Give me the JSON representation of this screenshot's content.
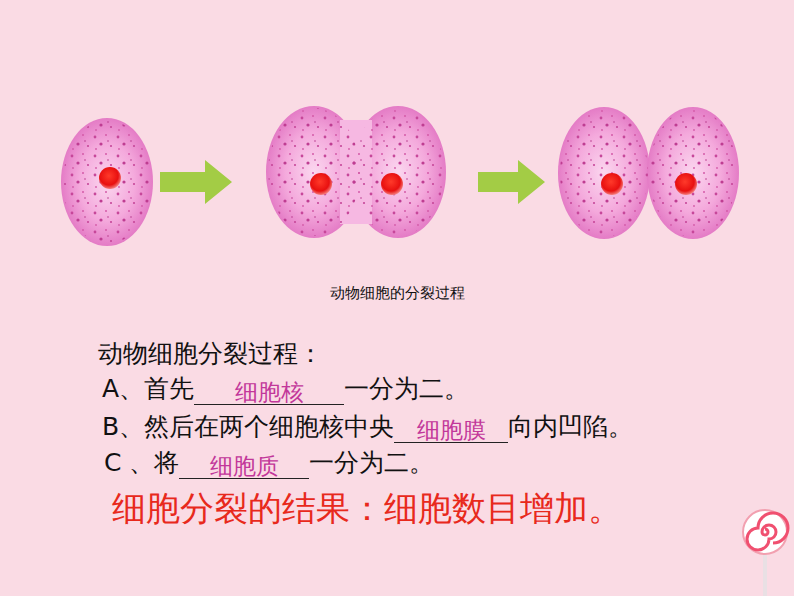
{
  "diagram": {
    "caption": "动物细胞的分裂过程",
    "labels": [
      "动物细胞分裂过程：",
      "A、首先",
      "细胞核",
      "一分为二。",
      "B、然后在两个细胞核中央",
      "细胞膜",
      "向内凹陷。",
      "C 、将",
      "细胞质",
      "一分为二。",
      "细胞分裂的结果：细胞数目增加。"
    ]
  }
}
